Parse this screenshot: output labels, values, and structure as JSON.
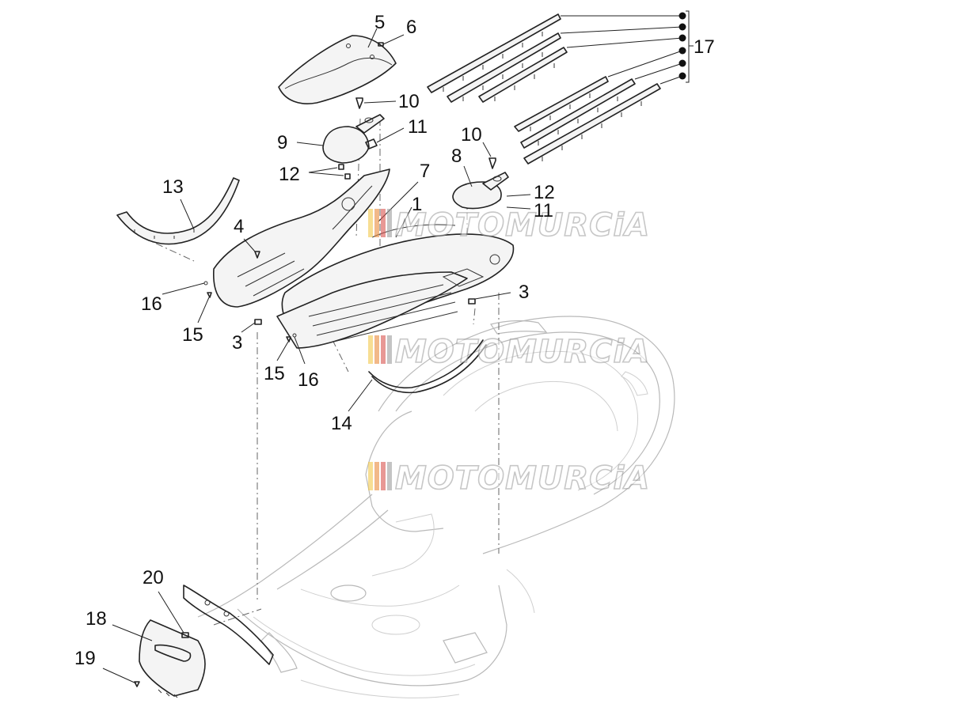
{
  "callouts": {
    "c5": "5",
    "c6": "6",
    "c10a": "10",
    "c11a": "11",
    "c9": "9",
    "c12a": "12",
    "c7": "7",
    "c10b": "10",
    "c8": "8",
    "c12b": "12",
    "c1": "1",
    "c11b": "11",
    "c13": "13",
    "c4": "4",
    "c16a": "16",
    "c15a": "15",
    "c3a": "3",
    "c3b": "3",
    "c15b": "15",
    "c16b": "16",
    "c14": "14",
    "c17": "17",
    "c20": "20",
    "c18": "18",
    "c19": "19"
  },
  "watermark": {
    "text": "MOTOMURCiA",
    "stripe_colors": [
      "#f2c84b",
      "#e98a3a",
      "#d9534f",
      "#9c9c9c"
    ]
  },
  "colors": {
    "line": "#222222",
    "ghost": "#b9b9b9",
    "background": "#ffffff"
  }
}
